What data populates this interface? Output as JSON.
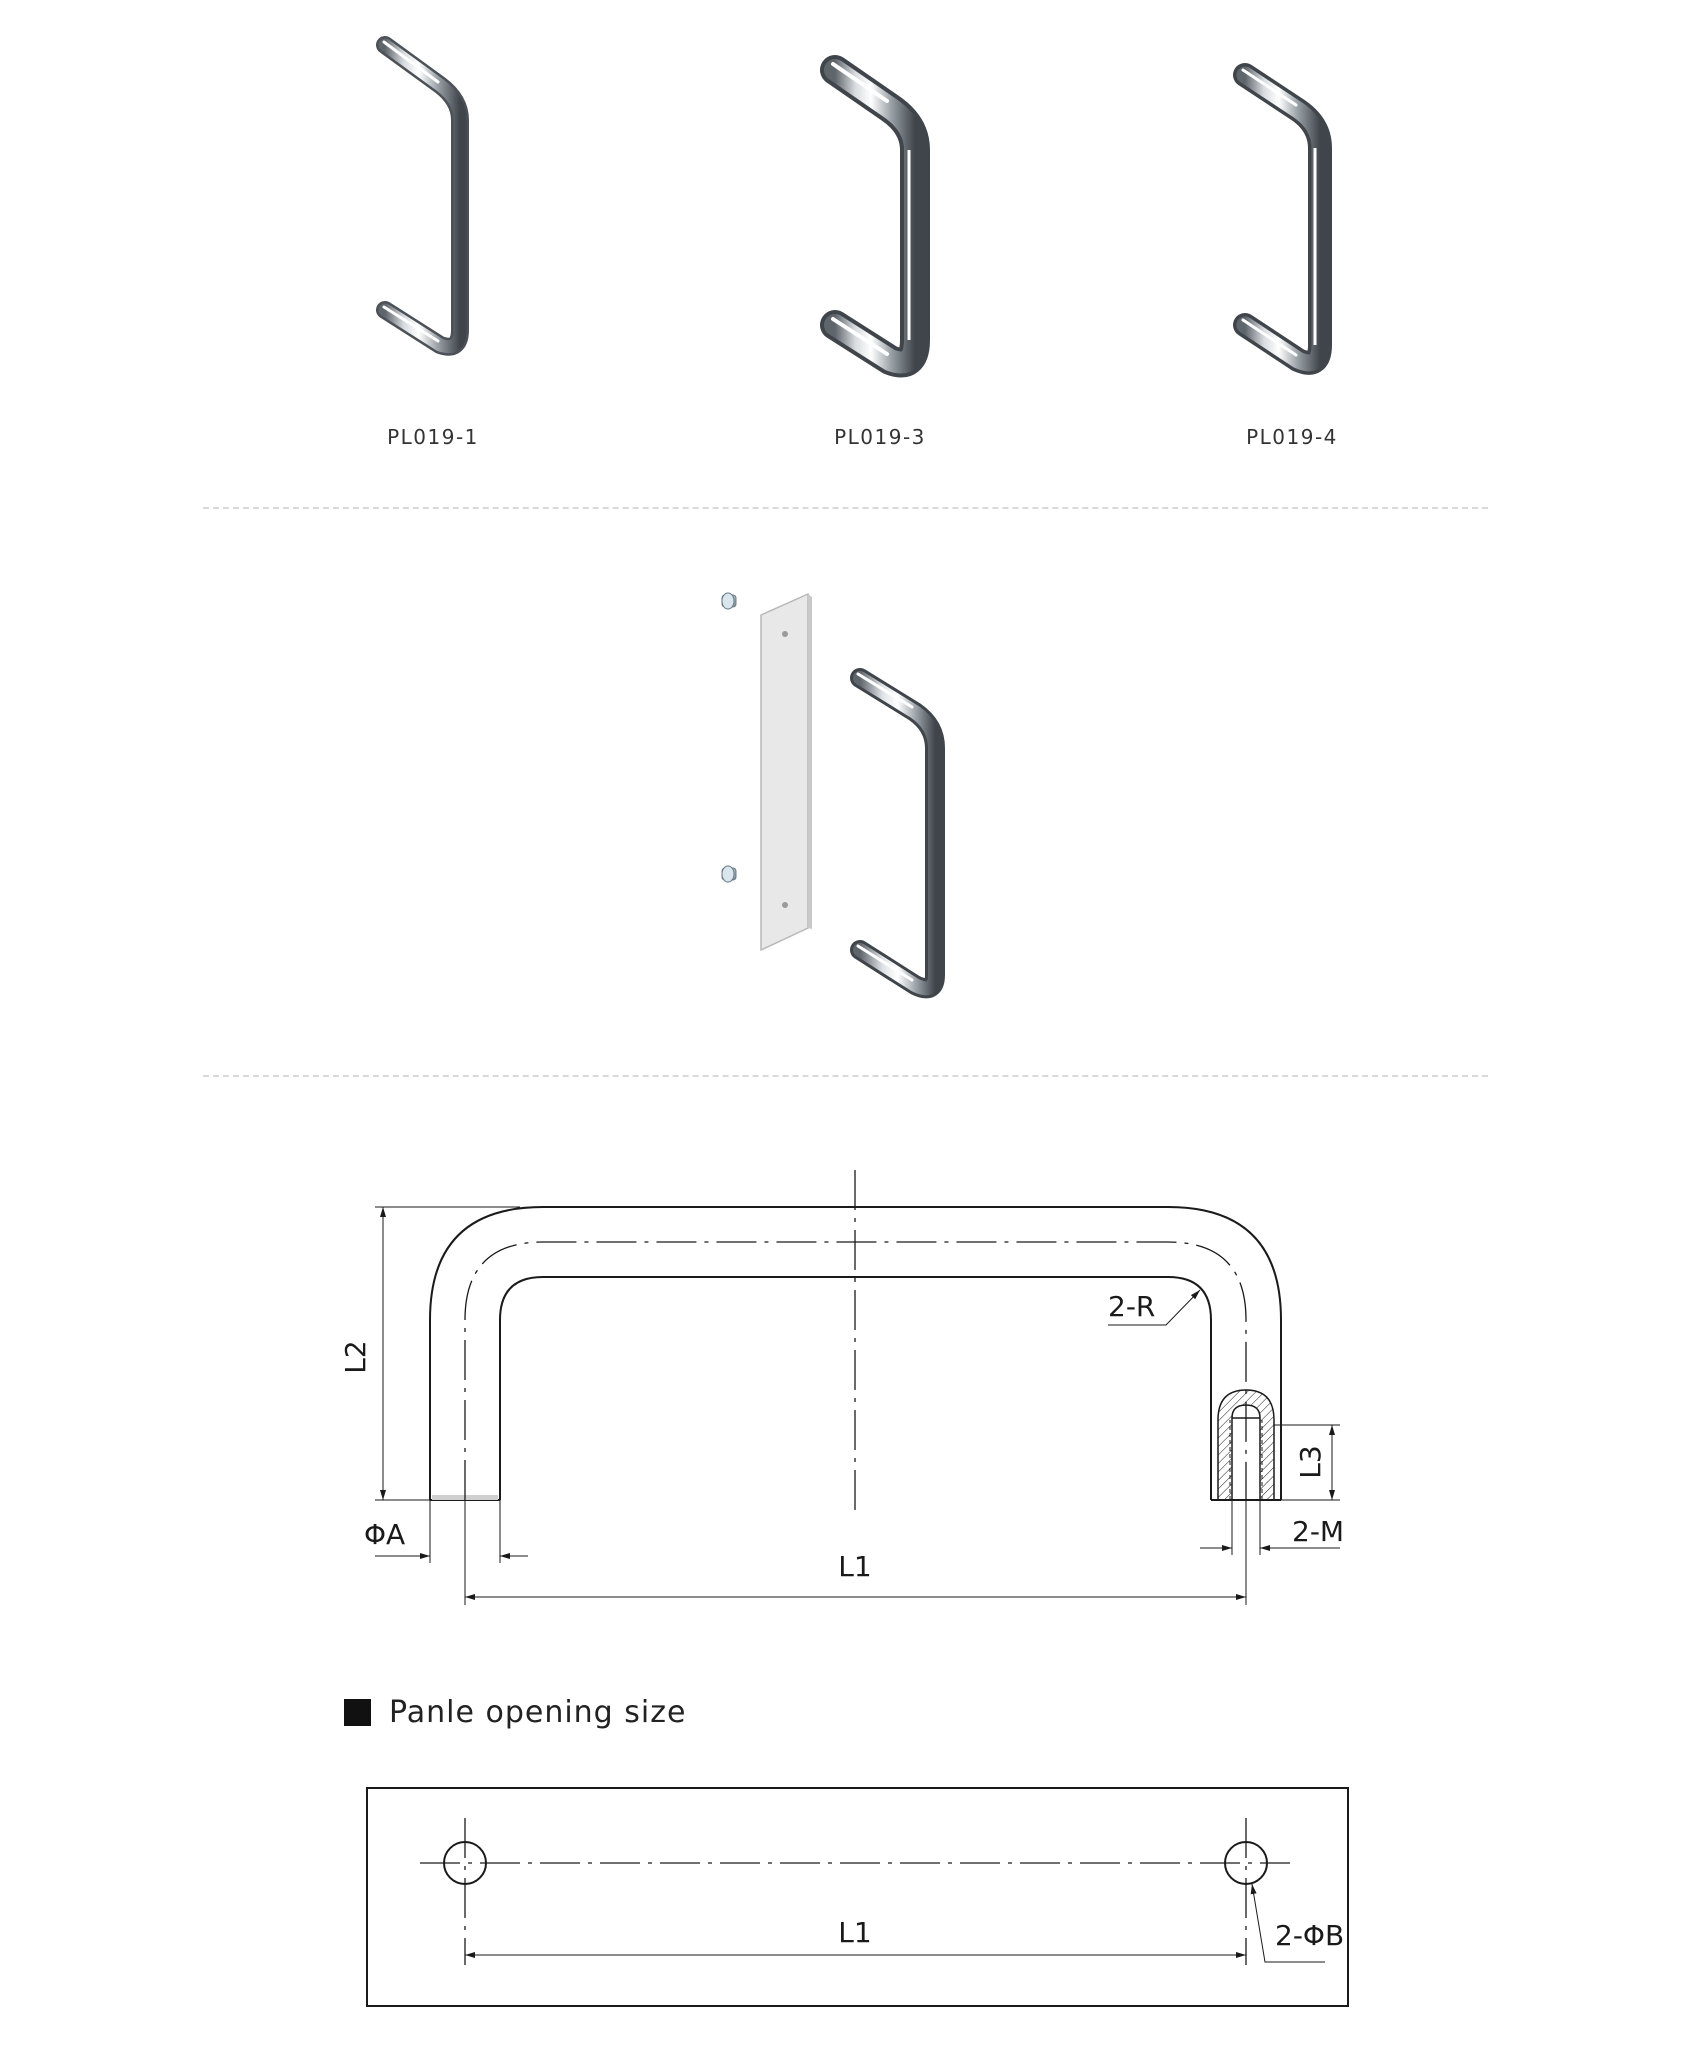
{
  "products": [
    {
      "code": "PL019-1"
    },
    {
      "code": "PL019-3"
    },
    {
      "code": "PL019-4"
    }
  ],
  "drawing_labels": {
    "radius": "2-R",
    "height": "L2",
    "thread_depth": "L3",
    "diameter": "ΦA",
    "length": "L1",
    "thread": "2-M"
  },
  "panel_section": {
    "title": "Panle opening size",
    "length": "L1",
    "holes": "2-ΦB"
  },
  "colors": {
    "line": "#1a1a1a",
    "divider": "#d9d9d9",
    "plate": "#e6e6e6",
    "chrome_dark": "#6b7177",
    "chrome_light": "#f4f6f8"
  }
}
